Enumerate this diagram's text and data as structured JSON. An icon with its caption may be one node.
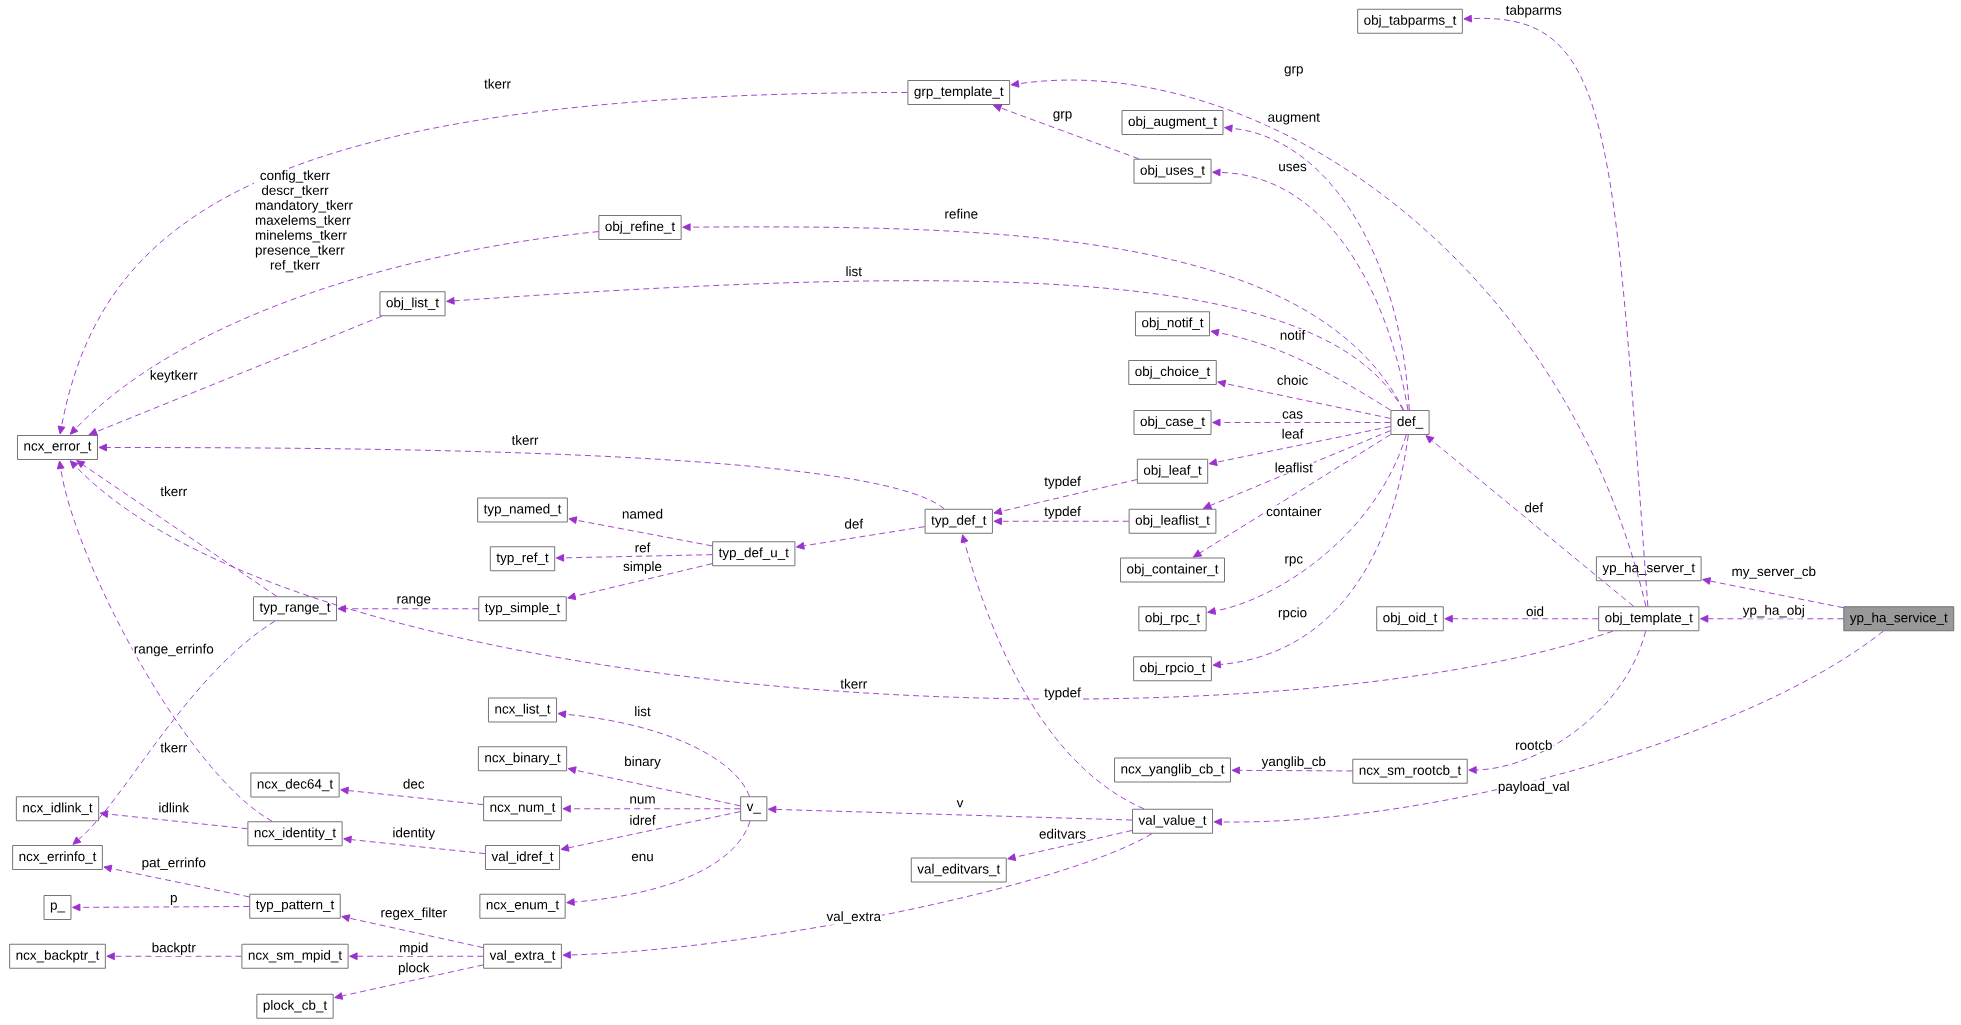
{
  "diagram": {
    "nodes": [
      {
        "text": [
          "ncx_error_t"
        ]
      },
      {
        "text": [
          "obj_refine_t"
        ]
      },
      {
        "text": [
          "obj_list_t"
        ]
      },
      {
        "text": [
          "grp_template_t"
        ]
      },
      {
        "text": [
          "obj_tabparms_t"
        ]
      },
      {
        "text": [
          "obj_augment_t"
        ]
      },
      {
        "text": [
          "obj_uses_t"
        ]
      },
      {
        "text": [
          "obj_notif_t"
        ]
      },
      {
        "text": [
          "obj_choice_t"
        ]
      },
      {
        "text": [
          "obj_case_t"
        ]
      },
      {
        "text": [
          "obj_leaf_t"
        ]
      },
      {
        "text": [
          "obj_leaflist_t"
        ]
      },
      {
        "text": [
          "obj_container_t"
        ]
      },
      {
        "text": [
          "obj_rpc_t"
        ]
      },
      {
        "text": [
          "obj_rpcio_t"
        ]
      },
      {
        "text": [
          "def_"
        ]
      },
      {
        "text": [
          "typ_named_t"
        ]
      },
      {
        "text": [
          "typ_ref_t"
        ]
      },
      {
        "text": [
          "typ_simple_t"
        ]
      },
      {
        "text": [
          "typ_def_u_t"
        ]
      },
      {
        "text": [
          "typ_def_t"
        ]
      },
      {
        "text": [
          "typ_range_t"
        ]
      },
      {
        "text": [
          "yp_ha_server_t"
        ]
      },
      {
        "text": [
          "obj_oid_t"
        ]
      },
      {
        "text": [
          "obj_template_t"
        ]
      },
      {
        "text": [
          "yp_ha_service_t"
        ]
      },
      {
        "text": [
          "ncx_list_t"
        ]
      },
      {
        "text": [
          "ncx_binary_t"
        ]
      },
      {
        "text": [
          "ncx_dec64_t"
        ]
      },
      {
        "text": [
          "ncx_num_t"
        ]
      },
      {
        "text": [
          "ncx_idlink_t"
        ]
      },
      {
        "text": [
          "ncx_identity_t"
        ]
      },
      {
        "text": [
          "val_idref_t"
        ]
      },
      {
        "text": [
          "v_"
        ]
      },
      {
        "text": [
          "ncx_errinfo_t"
        ]
      },
      {
        "text": [
          "ncx_enum_t"
        ]
      },
      {
        "text": [
          "p_"
        ]
      },
      {
        "text": [
          "typ_pattern_t"
        ]
      },
      {
        "text": [
          "ncx_yanglib_cb_t"
        ]
      },
      {
        "text": [
          "ncx_sm_rootcb_t"
        ]
      },
      {
        "text": [
          "val_value_t"
        ]
      },
      {
        "text": [
          "val_editvars_t"
        ]
      },
      {
        "text": [
          "ncx_backptr_t"
        ]
      },
      {
        "text": [
          "ncx_sm_mpid_t"
        ]
      },
      {
        "text": [
          "val_extra_t"
        ]
      },
      {
        "text": [
          "plock_cb_t"
        ]
      }
    ],
    "edges": [
      {
        "from": 3,
        "to": 0,
        "arrow": "to",
        "label": "tkerr"
      },
      {
        "from": 1,
        "to": 0,
        "arrow": "to",
        "label": "config_tkerr descr_tkerr mandatory_tkerr maxelems_tkerr minelems_tkerr presence_tkerr ref_tkerr"
      },
      {
        "from": 2,
        "to": 0,
        "arrow": "to",
        "label": "keytkerr"
      },
      {
        "from": 20,
        "to": 0,
        "arrow": "to",
        "label": "tkerr"
      },
      {
        "from": 21,
        "to": 0,
        "arrow": "to",
        "label": "tkerr"
      },
      {
        "from": 31,
        "to": 0,
        "arrow": "to",
        "label": "tkerr"
      },
      {
        "from": 24,
        "to": 0,
        "arrow": "to",
        "label": "tkerr"
      },
      {
        "from": 21,
        "to": 34,
        "arrow": "to",
        "label": "range_errinfo"
      },
      {
        "from": 6,
        "to": 3,
        "arrow": "to",
        "label": "grp"
      },
      {
        "from": 24,
        "to": 3,
        "arrow": "to",
        "label": "grp"
      },
      {
        "from": 24,
        "to": 4,
        "arrow": "to",
        "label": "tabparms"
      },
      {
        "from": 15,
        "to": 5,
        "arrow": "to",
        "label": "augment"
      },
      {
        "from": 15,
        "to": 6,
        "arrow": "to",
        "label": "uses"
      },
      {
        "from": 15,
        "to": 1,
        "arrow": "to",
        "label": "refine"
      },
      {
        "from": 15,
        "to": 2,
        "arrow": "to",
        "label": "list"
      },
      {
        "from": 15,
        "to": 7,
        "arrow": "to",
        "label": "notif"
      },
      {
        "from": 15,
        "to": 8,
        "arrow": "to",
        "label": "choic"
      },
      {
        "from": 15,
        "to": 9,
        "arrow": "to",
        "label": "cas"
      },
      {
        "from": 15,
        "to": 10,
        "arrow": "to",
        "label": "leaf"
      },
      {
        "from": 15,
        "to": 11,
        "arrow": "to",
        "label": "leaflist"
      },
      {
        "from": 15,
        "to": 12,
        "arrow": "to",
        "label": "container"
      },
      {
        "from": 15,
        "to": 13,
        "arrow": "to",
        "label": "rpc"
      },
      {
        "from": 15,
        "to": 14,
        "arrow": "to",
        "label": "rpcio"
      },
      {
        "from": 10,
        "to": 20,
        "arrow": "to",
        "label": "typdef"
      },
      {
        "from": 11,
        "to": 20,
        "arrow": "to",
        "label": "typdef"
      },
      {
        "from": 20,
        "to": 19,
        "arrow": "to",
        "label": "def"
      },
      {
        "from": 19,
        "to": 16,
        "arrow": "to",
        "label": "named"
      },
      {
        "from": 19,
        "to": 17,
        "arrow": "to",
        "label": "ref"
      },
      {
        "from": 19,
        "to": 18,
        "arrow": "to",
        "label": "simple"
      },
      {
        "from": 18,
        "to": 21,
        "arrow": "to",
        "label": "range"
      },
      {
        "from": 24,
        "to": 15,
        "arrow": "to",
        "label": "def"
      },
      {
        "from": 24,
        "to": 23,
        "arrow": "to",
        "label": "oid"
      },
      {
        "from": 24,
        "to": 39,
        "arrow": "to",
        "label": "rootcb"
      },
      {
        "from": 25,
        "to": 22,
        "arrow": "to",
        "label": "my_server_cb"
      },
      {
        "from": 25,
        "to": 24,
        "arrow": "to",
        "label": "yp_ha_obj"
      },
      {
        "from": 25,
        "to": 40,
        "arrow": "to",
        "label": "payload_val"
      },
      {
        "from": 40,
        "to": 20,
        "arrow": "to",
        "label": "typdef"
      },
      {
        "from": 40,
        "to": 33,
        "arrow": "to",
        "label": "v"
      },
      {
        "from": 40,
        "to": 41,
        "arrow": "to",
        "label": "editvars"
      },
      {
        "from": 40,
        "to": 44,
        "arrow": "to",
        "label": "val_extra"
      },
      {
        "from": 39,
        "to": 38,
        "arrow": "to",
        "label": "yanglib_cb"
      },
      {
        "from": 33,
        "to": 26,
        "arrow": "to",
        "label": "list"
      },
      {
        "from": 33,
        "to": 27,
        "arrow": "to",
        "label": "binary"
      },
      {
        "from": 33,
        "to": 29,
        "arrow": "to",
        "label": "num"
      },
      {
        "from": 33,
        "to": 32,
        "arrow": "to",
        "label": "idref"
      },
      {
        "from": 33,
        "to": 35,
        "arrow": "to",
        "label": "enu"
      },
      {
        "from": 29,
        "to": 28,
        "arrow": "to",
        "label": "dec"
      },
      {
        "from": 32,
        "to": 31,
        "arrow": "to",
        "label": "identity"
      },
      {
        "from": 31,
        "to": 30,
        "arrow": "to",
        "label": "idlink"
      },
      {
        "from": 37,
        "to": 34,
        "arrow": "to",
        "label": "pat_errinfo"
      },
      {
        "from": 37,
        "to": 36,
        "arrow": "to",
        "label": "p"
      },
      {
        "from": 44,
        "to": 37,
        "arrow": "to",
        "label": "regex_filter"
      },
      {
        "from": 44,
        "to": 43,
        "arrow": "to",
        "label": "mpid"
      },
      {
        "from": 44,
        "to": 45,
        "arrow": "to",
        "label": "plock"
      },
      {
        "from": 43,
        "to": 42,
        "arrow": "to",
        "label": "backptr"
      }
    ]
  }
}
